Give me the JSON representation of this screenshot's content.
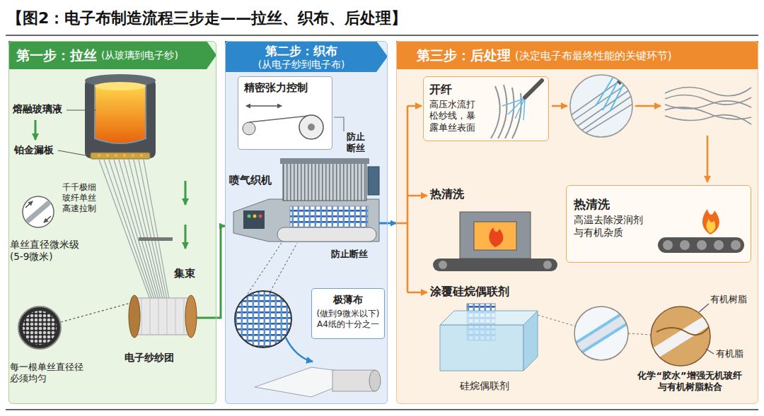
{
  "diagram": {
    "title": "【图2：电子布制造流程三步走——拉丝、织布、后处理】",
    "nodes": [
      {
        "text": [
          "第一步：拉丝",
          "(从玻璃到电子纱)"
        ]
      },
      {
        "text": [
          "第二步：织布",
          "(从电子纱到电子布)"
        ]
      },
      {
        "text": [
          "第三步：后处理",
          "(决定电子布最终性能的关键环节)"
        ]
      },
      {
        "text": [
          "精密张力控制"
        ],
        "in": 1
      },
      {
        "text": [
          "极薄布",
          "(做到9微米以下) A4纸的十分之一"
        ],
        "in": 1
      },
      {
        "text": [
          "开纤",
          "高压水流打松纱线，暴露单丝表面"
        ],
        "in": 2
      },
      {
        "text": [
          "热清洗",
          "高温去除浸润剂与有机杂质"
        ],
        "in": 2
      }
    ],
    "edges": [
      {
        "from": 0,
        "to": 1,
        "arrow": "to"
      },
      {
        "from": 1,
        "to": 2,
        "arrow": "to"
      }
    ],
    "labels": [
      "熔融玻璃液",
      "铂金漏板",
      "千千极细玻纤单丝高速拉制",
      "单丝直径微米级 (5-9微米)",
      "集束",
      "电子纱纱团",
      "每一根单丝直径径必须均匀",
      "防止断丝",
      "喷气织机",
      "防止断丝",
      "热清洗",
      "涂覆硅烷偶联剂",
      "硅烷偶联剂",
      "有机树脂",
      "有机脂",
      "化学“胶水”增强无机玻纤与有机树脂粘合"
    ]
  }
}
